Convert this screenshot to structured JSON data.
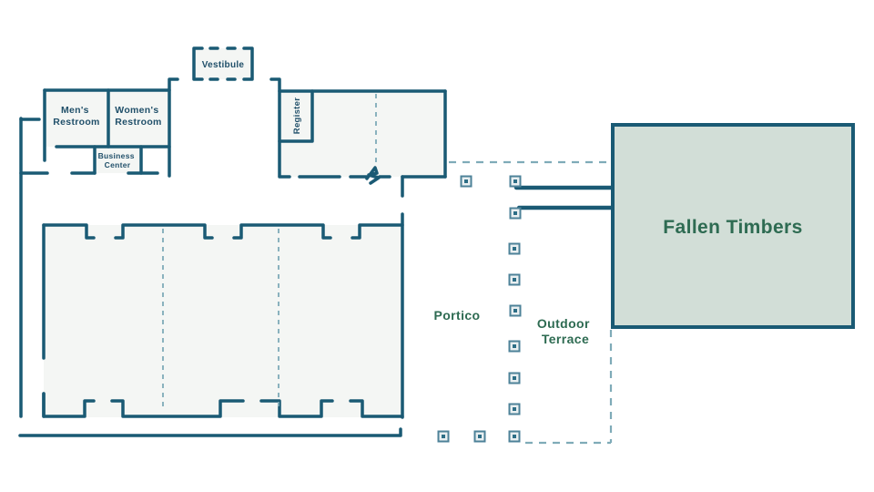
{
  "labels": {
    "vestibule": "Vestibule",
    "mens_restroom": {
      "line1": "Men's",
      "line2": "Restroom"
    },
    "womens_restroom": {
      "line1": "Women's",
      "line2": "Restroom"
    },
    "business_center": {
      "line1": "Business",
      "line2": "Center"
    },
    "register": "Register",
    "portico": "Portico",
    "outdoor_terrace": {
      "line1": "Outdoor",
      "line2": "Terrace"
    },
    "fallen_timbers": "Fallen Timbers"
  },
  "colors": {
    "wall": "#1a5a74",
    "room_fill": "#f4f6f4",
    "dashed_line": "#7fabb8",
    "teal_text": "#21506a",
    "green_text": "#2e6b52",
    "fallen_timbers_fill": "#d2ded7",
    "column_fill": "#e9eff1",
    "column_border": "#4d8298",
    "column_center": "#2d6e86",
    "background": "#ffffff"
  }
}
